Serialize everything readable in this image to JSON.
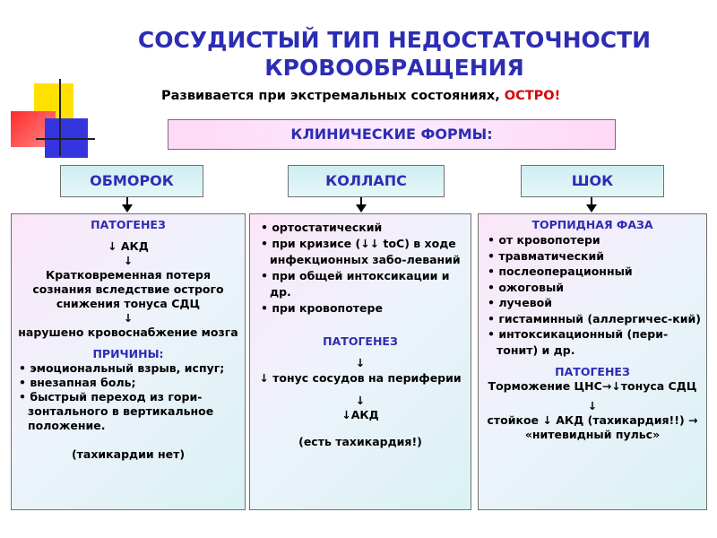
{
  "title_line1": "СОСУДИСТЫЙ ТИП НЕДОСТАТОЧНОСТИ",
  "title_line2": "КРОВООБРАЩЕНИЯ",
  "subtitle_text": "Развивается  при экстремальных состояниях, ",
  "subtitle_red": "ОСТРО!",
  "forms_label": "КЛИНИЧЕСКИЕ ФОРМЫ:",
  "forms": [
    "ОБМОРОК",
    "КОЛЛАПС",
    "ШОК"
  ],
  "colors": {
    "title": "#2d2db4",
    "accent_red": "#d80000"
  },
  "faint": {
    "pathogenesis_title": "ПАТОГЕНЕЗ",
    "step1": "↓ АКД",
    "arrow": "↓",
    "step2": "Кратковременная потеря сознания вследствие острого снижения тонуса СДЦ",
    "step3": "нарушено кровоснабжение мозга",
    "causes_title": "ПРИЧИНЫ:",
    "causes": [
      "• эмоциональный взрыв, испуг;",
      "• внезапная боль;",
      "• быстрый переход из гори-зонтального в вертикальное положение."
    ],
    "note": "(тахикардии нет)"
  },
  "collapse": {
    "items": [
      "• ортостатический",
      "• при кризисе (↓↓ toC) в ходе инфекционных забо-леваний",
      "• при общей интоксикации и  др.",
      "• при кровопотере"
    ],
    "pathogenesis_title": "ПАТОГЕНЕЗ",
    "arrow": "↓",
    "step1": "↓ тонус сосудов на периферии",
    "step2": "↓АКД",
    "note": "(есть тахикардия!)"
  },
  "shock": {
    "phase_title": "ТОРПИДНАЯ ФАЗА",
    "items": [
      "• от кровопотери",
      "• травматический",
      "• послеоперационный",
      "• ожоговый",
      "• лучевой",
      "• гистаминный (аллергичес-кий)",
      "• интоксикационный (пери-тонит) и др."
    ],
    "pathogenesis_title": "ПАТОГЕНЕЗ",
    "step1": "Торможение ЦНС→↓тонуса СДЦ",
    "arrow": "↓",
    "step2": "стойкое ↓ АКД (тахикардия!!) → «нитевидный пульс»"
  }
}
